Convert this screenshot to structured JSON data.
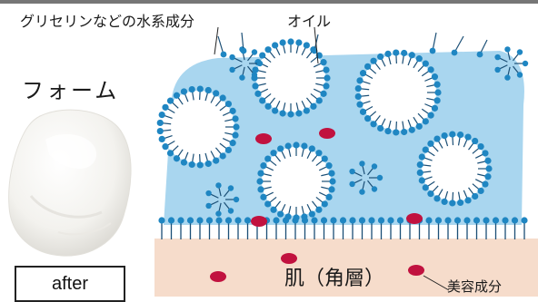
{
  "labels": {
    "water_component": "グリセリンなどの水系成分",
    "oil": "オイル",
    "foam": "フォーム",
    "after": "after",
    "skin": "肌（角層）",
    "beauty_ingredient": "美容成分"
  },
  "colors": {
    "header_bar": "#767676",
    "water_region": "#a9d6ef",
    "molecule_head": "#1f86c2",
    "molecule_tail": "#1b4f76",
    "skin_layer": "#f6dccb",
    "beauty_ingredient": "#c1123f",
    "foam": "#f5f4f0"
  },
  "icons": {
    "foam_image": "white-cream-foam-blob",
    "diagram": "emulsion-micelle-diagram"
  }
}
